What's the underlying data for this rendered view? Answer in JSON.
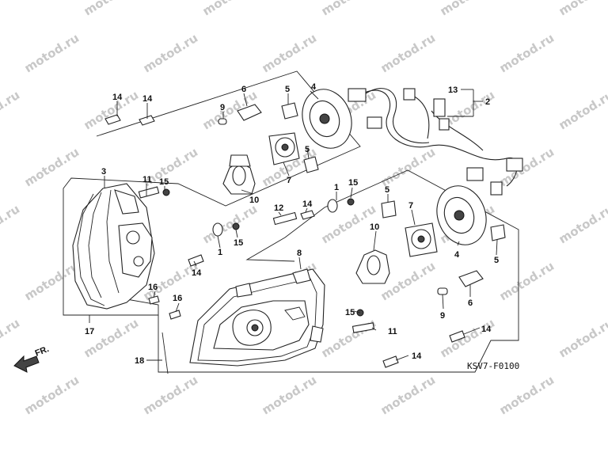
{
  "watermark": "motod.ru",
  "diagram_code": "KSV7-F0100",
  "front_label": "FR.",
  "callouts": {
    "n1a": "1",
    "n1b": "1",
    "n2": "2",
    "n3": "3",
    "n4a": "4",
    "n4b": "4",
    "n5a": "5",
    "n5b": "5",
    "n5c": "5",
    "n5d": "5",
    "n6a": "6",
    "n6b": "6",
    "n7a": "7",
    "n7b": "7",
    "n8": "8",
    "n9a": "9",
    "n9b": "9",
    "n10a": "10",
    "n10b": "10",
    "n11a": "11",
    "n11b": "11",
    "n12": "12",
    "n13": "13",
    "n14a": "14",
    "n14b": "14",
    "n14c": "14",
    "n14d": "14",
    "n14e": "14",
    "n14f": "14",
    "n15a": "15",
    "n15b": "15",
    "n15c": "15",
    "n15d": "15",
    "n16a": "16",
    "n16b": "16",
    "n17": "17",
    "n18": "18"
  }
}
